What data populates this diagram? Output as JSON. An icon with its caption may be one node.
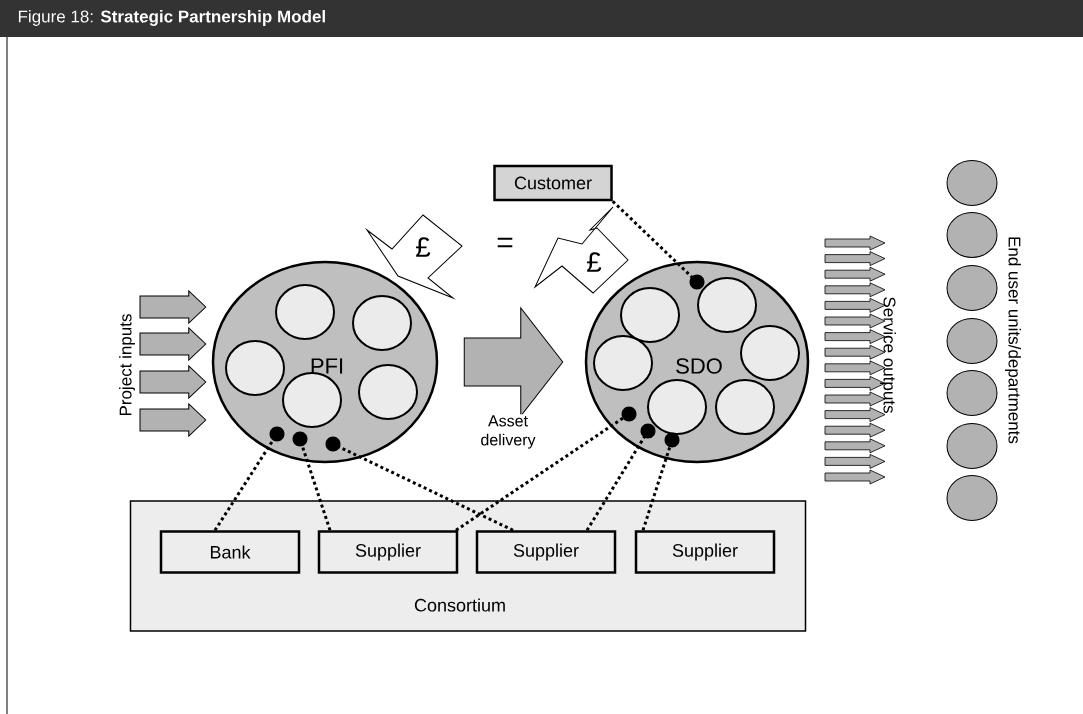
{
  "diagram": {
    "title": "Figure 18:  **Strategic Partnership Model**",
    "nodes": [
      {
        "text": [
          "Customer"
        ]
      },
      {
        "text": [
          "£"
        ]
      },
      {
        "text": [
          "£"
        ]
      },
      {
        "text": [
          "PFI"
        ]
      },
      {
        "text": [],
        "shape": "circle",
        "in": 3
      },
      {
        "text": [],
        "shape": "circle",
        "in": 3
      },
      {
        "text": [],
        "shape": "circle",
        "in": 3
      },
      {
        "text": [],
        "shape": "circle",
        "in": 3
      },
      {
        "text": [],
        "shape": "circle",
        "in": 3
      },
      {
        "text": [
          "SDO"
        ]
      },
      {
        "text": [],
        "shape": "circle",
        "in": 9
      },
      {
        "text": [],
        "shape": "circle",
        "in": 9
      },
      {
        "text": [],
        "shape": "circle",
        "in": 9
      },
      {
        "text": [],
        "shape": "circle",
        "in": 9
      },
      {
        "text": [],
        "shape": "circle",
        "in": 9
      },
      {
        "text": [],
        "shape": "circle",
        "in": 9
      },
      {
        "text": [],
        "shape": "circle"
      },
      {
        "text": [],
        "shape": "circle"
      },
      {
        "text": [],
        "shape": "circle"
      },
      {
        "text": [],
        "shape": "circle"
      },
      {
        "text": [],
        "shape": "circle"
      },
      {
        "text": [],
        "shape": "circle"
      },
      {
        "text": [],
        "shape": "circle"
      },
      {
        "text": [
          "Consortium"
        ]
      },
      {
        "text": [
          "Bank"
        ],
        "in": 23
      },
      {
        "text": [
          "Supplier"
        ],
        "in": 23
      },
      {
        "text": [
          "Supplier"
        ],
        "in": 23
      },
      {
        "text": [
          "Supplier"
        ],
        "in": 23
      }
    ],
    "edges": [
      {
        "from": 3,
        "to": 9,
        "arrow": "to",
        "style": "thick",
        "label": "Asset delivery"
      },
      {
        "from": null,
        "to": 3,
        "arrow": "to",
        "style": "thick"
      },
      {
        "from": null,
        "to": 3,
        "arrow": "to",
        "style": "thick"
      },
      {
        "from": null,
        "to": 3,
        "arrow": "to",
        "style": "thick"
      },
      {
        "from": null,
        "to": 3,
        "arrow": "to",
        "style": "thick"
      },
      {
        "from": 0,
        "to": 9,
        "arrow": "other",
        "style": "dashed"
      },
      {
        "from": 24,
        "to": 3,
        "arrow": "other",
        "style": "dashed"
      },
      {
        "from": 25,
        "to": 3,
        "arrow": "other",
        "style": "dashed"
      },
      {
        "from": 26,
        "to": 3,
        "arrow": "other",
        "style": "dashed"
      },
      {
        "from": 25,
        "to": 9,
        "arrow": "other",
        "style": "dashed"
      },
      {
        "from": 26,
        "to": 9,
        "arrow": "other",
        "style": "dashed"
      },
      {
        "from": 27,
        "to": 9,
        "arrow": "other",
        "style": "dashed"
      }
    ],
    "labels": [
      "=",
      "Project inputs",
      "Service outputs",
      "End user units/departments"
    ]
  }
}
